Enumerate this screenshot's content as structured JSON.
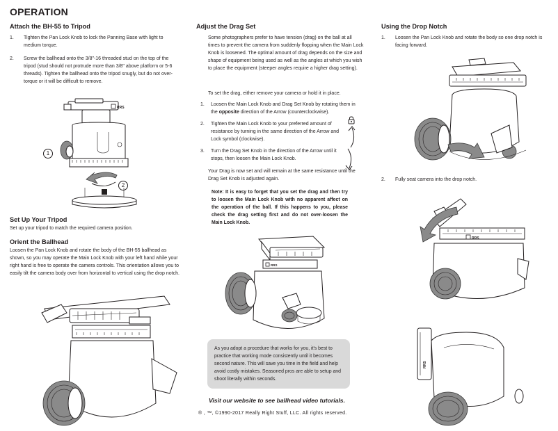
{
  "page_title": "OPERATION",
  "col1": {
    "attach": {
      "heading": "Attach the BH-55 to Tripod",
      "steps": [
        {
          "num": "1.",
          "text": "Tighten the Pan Lock Knob to lock the Panning Base with light to medium torque."
        },
        {
          "num": "2.",
          "text": "Screw the ballhead onto the 3/8\"-16 threaded stud on the top of the tripod (stud should not protrude more than 3/8\" above platform or 5-6 threads). Tighten the ballhead onto the tripod snugly, but do not over-torque or it will be difficult to remove."
        }
      ],
      "callout_1": "1",
      "callout_2": "2"
    },
    "setup": {
      "heading": "Set Up Your Tripod",
      "text": "Set up your tripod to match the required camera position."
    },
    "orient": {
      "heading": "Orient the Ballhead",
      "text": "Loosen the Pan Lock Knob and rotate the body of the BH-55 ballhead as shown, so you may operate the Main Lock Knob with your left hand while your right hand is free to operate the camera controls. This orientation allows you to easily tilt the camera body over from horizontal to vertical using the drop notch."
    }
  },
  "col2": {
    "heading": "Adjust the Drag Set",
    "intro": "Some photographers prefer to have tension (drag) on the ball at all times to prevent the camera from suddenly flopping when the Main Lock Knob is loosened. The optimal amount of drag depends on the size and shape of equipment being used as well as the angles at which you wish to place the equipment (steeper angles require a higher drag setting).",
    "set_drag": "To set the drag, either remove your camera or hold it in place.",
    "steps": [
      {
        "num": "1.",
        "before": "Loosen the Main Lock Knob and Drag Set Knob by rotating them in the ",
        "bold": "opposite",
        "after": " direction of the Arrow  (counterclockwise)."
      },
      {
        "num": "2.",
        "before": "Tighten the Main Lock Knob to your preferred amount of resistance by turning in the same direction of the Arrow and Lock symbol (clockwise).",
        "bold": "",
        "after": ""
      },
      {
        "num": "3.",
        "before": "Turn the Drag Set Knob in the direction of the Arrow until it stops, then loosen the Main Lock Knob.",
        "bold": "",
        "after": ""
      }
    ],
    "result": "Your Drag is now set and will remain at the same resistance until the Drag Set Knob is adjusted again.",
    "note": "Note: It is easy to forget that you set the drag and then try to loosen the Main Lock Knob with no apparent affect on the operation of the ball. If this happens to you, please check the drag setting first and do not over-loosen the Main Lock Knob.",
    "tip": "As you adopt a procedure that works for you, it's best to practice that working mode consistently until it becomes second nature. This will save you time in the field and help avoid costly mistakes. Seasoned pros are able to setup and shoot literally within seconds.",
    "visit": "Visit our website to see ballhead video tutorials.",
    "copyright": "® , ™, ©1990-2017 Really Right Stuff, LLC. All rights reserved."
  },
  "col3": {
    "heading": "Using the Drop Notch",
    "steps": [
      {
        "num": "1.",
        "text": "Loosen the Pan Lock Knob and rotate the body so one drop notch is facing forward."
      },
      {
        "num": "2.",
        "text": "Fully seat camera into the drop notch."
      }
    ]
  },
  "logo_text": "RRS",
  "icons": [
    "lock-icon",
    "clockwise-arrow-icon",
    "counterclockwise-arrow-icon",
    "rotate-arrow-icon"
  ]
}
